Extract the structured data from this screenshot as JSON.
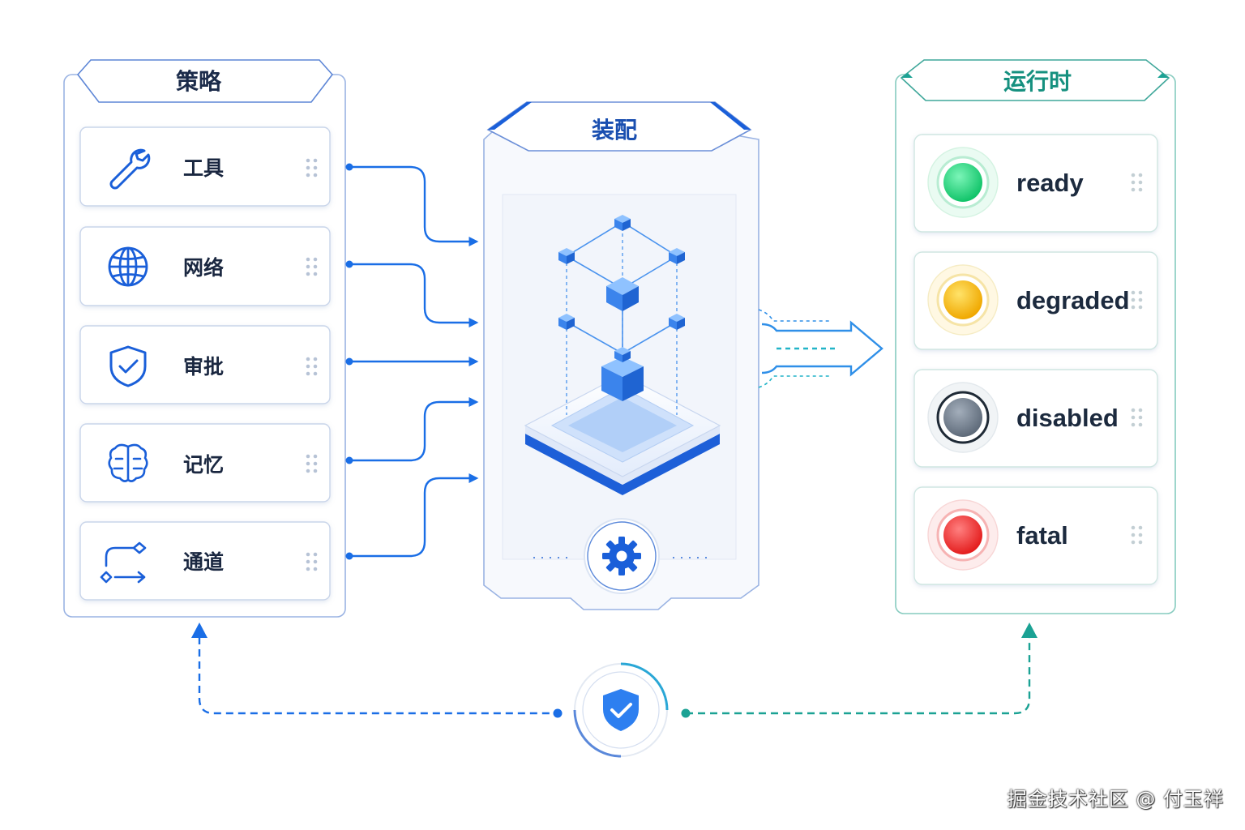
{
  "strategy_panel": {
    "title": "策略",
    "items": [
      {
        "label": "工具",
        "icon": "wrench-icon"
      },
      {
        "label": "网络",
        "icon": "globe-icon"
      },
      {
        "label": "审批",
        "icon": "shield-check-icon"
      },
      {
        "label": "记忆",
        "icon": "brain-icon"
      },
      {
        "label": "通道",
        "icon": "route-icon"
      }
    ]
  },
  "assembly_panel": {
    "title": "装配",
    "center_icon": "cube-stack-icon",
    "bottom_icon": "gear-icon"
  },
  "runtime_panel": {
    "title": "运行时",
    "statuses": [
      {
        "label": "ready",
        "color": "#22d47e",
        "icon": "status-dot-icon"
      },
      {
        "label": "degraded",
        "color": "#f5b800",
        "icon": "status-dot-icon"
      },
      {
        "label": "disabled",
        "color": "#6b7787",
        "icon": "status-dot-icon"
      },
      {
        "label": "fatal",
        "color": "#f03a3a",
        "icon": "status-dot-icon"
      }
    ]
  },
  "feedback_icon": "shield-check-icon",
  "watermark": "掘金技术社区 @ 付玉祥",
  "colors": {
    "blue": "#1a5fd9",
    "teal": "#1ba294",
    "panel_border_blue": "#8aa8e0",
    "panel_border_teal": "#7ccabf"
  }
}
